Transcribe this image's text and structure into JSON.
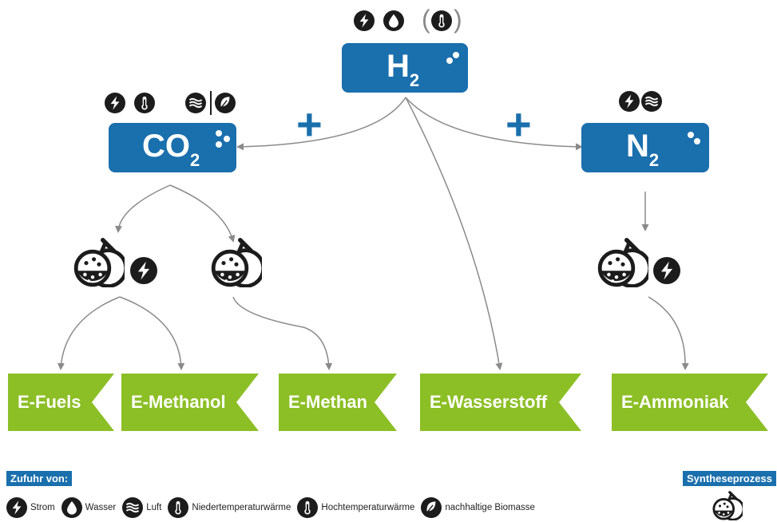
{
  "molecules": {
    "h2": {
      "base": "H",
      "sub": "2"
    },
    "co2": {
      "base": "CO",
      "sub": "2"
    },
    "n2": {
      "base": "N",
      "sub": "2"
    }
  },
  "plus_sign": "+",
  "products": [
    "E-Fuels",
    "E-Methanol",
    "E-Methan",
    "E-Wasserstoff",
    "E-Ammoniak"
  ],
  "legend": {
    "supply_title": "Zufuhr von:",
    "synthesis_title": "Syntheseprozess",
    "items": [
      {
        "icon": "lightning-icon",
        "label": "Strom"
      },
      {
        "icon": "water-drop-icon",
        "label": "Wasser"
      },
      {
        "icon": "air-waves-icon",
        "label": "Luft"
      },
      {
        "icon": "thermometer-low-icon",
        "label": "Niedertemperaturwärme"
      },
      {
        "icon": "thermometer-high-icon",
        "label": "Hochtemperaturwärme"
      },
      {
        "icon": "leaf-icon",
        "label": "nachhaltige Biomasse"
      }
    ]
  },
  "colors": {
    "molecule_blue": "#1a6fad",
    "product_green": "#8cbf26",
    "icon_dark": "#1c1c1c",
    "arrow_gray": "#8a8a8a"
  }
}
